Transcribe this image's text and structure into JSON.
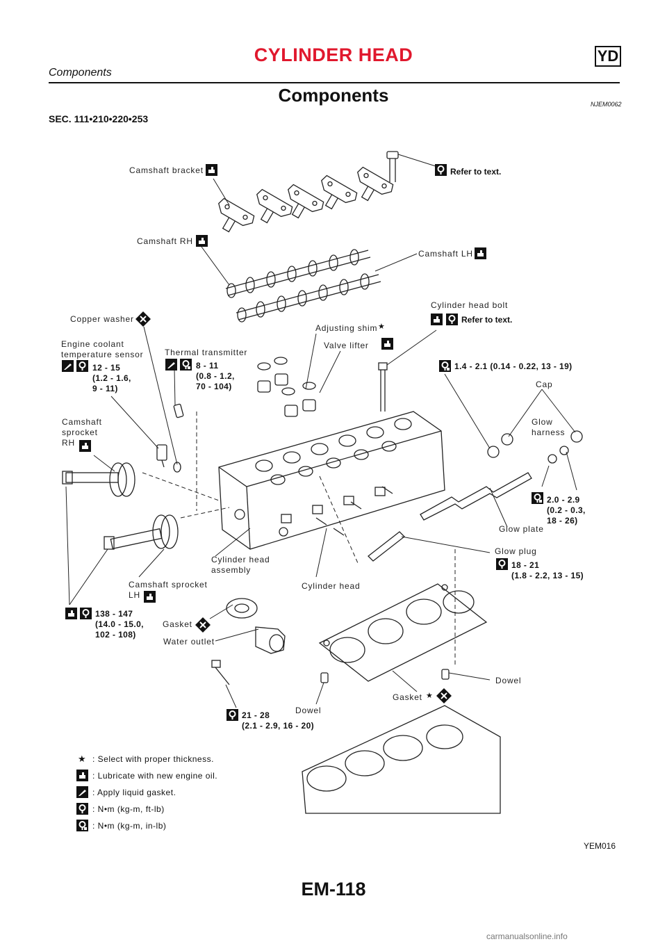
{
  "header": {
    "title": "CYLINDER HEAD",
    "badge": "YD",
    "subtitle": "Components"
  },
  "section": {
    "title": "Components",
    "code": "NJEM0062",
    "sec_ref": "SEC. 111•210•220•253"
  },
  "labels": {
    "camshaft_bracket": "Camshaft bracket",
    "refer_to_text": "Refer to text.",
    "camshaft_rh": "Camshaft RH",
    "camshaft_lh": "Camshaft LH",
    "cyl_head_bolt": "Cylinder head bolt",
    "refer_to_text_2": "Refer to text.",
    "copper_washer": "Copper washer",
    "adjusting_shim": "Adjusting shim",
    "valve_lifter": "Valve lifter",
    "engine_coolant": "Engine coolant\ntemperature sensor",
    "thermal_transmitter": "Thermal transmitter",
    "cap": "Cap",
    "glow_harness": "Glow\nharness",
    "camshaft_sprocket_rh": "Camshaft\nsprocket\nRH",
    "glow_plate": "Glow plate",
    "glow_plug": "Glow plug",
    "cyl_head_assembly": "Cylinder head\nassembly",
    "camshaft_sprocket_lh": "Camshaft sprocket\nLH",
    "cylinder_head": "Cylinder head",
    "gasket_top": "Gasket",
    "water_outlet": "Water outlet",
    "dowel_right": "Dowel",
    "gasket_bottom": "Gasket",
    "dowel_left": "Dowel"
  },
  "torques": {
    "t_ects": "12 - 15\n(1.2 - 1.6,\n9 - 11)",
    "t_thermal": "8 - 11\n(0.8 - 1.2,\n70 - 104)",
    "t_cap": "1.4 - 2.1 (0.14 - 0.22, 13 - 19)",
    "t_harness": "2.0 - 2.9\n(0.2 - 0.3,\n18 - 26)",
    "t_glowplug": "18 - 21\n(1.8 - 2.2, 13 - 15)",
    "t_sprocket": "138 - 147\n(14.0 - 15.0,\n102 - 108)",
    "t_outlet": "21 - 28\n(2.1 - 2.9, 16 - 20)"
  },
  "legend": [
    {
      "icon": "star-icon",
      "text": ": Select with proper thickness."
    },
    {
      "icon": "oil-can-icon",
      "text": ": Lubricate with new engine oil."
    },
    {
      "icon": "liquid-gasket-icon",
      "text": ": Apply liquid gasket."
    },
    {
      "icon": "torque-wrench-icon",
      "text": ": N•m (kg-m, ft-lb)"
    },
    {
      "icon": "torque-wrench-inlb-icon",
      "text": ": N•m (kg-m, in-lb)"
    }
  ],
  "figure_id": "YEM016",
  "page_number": "EM-118",
  "watermark": "carmanualsonline.info"
}
